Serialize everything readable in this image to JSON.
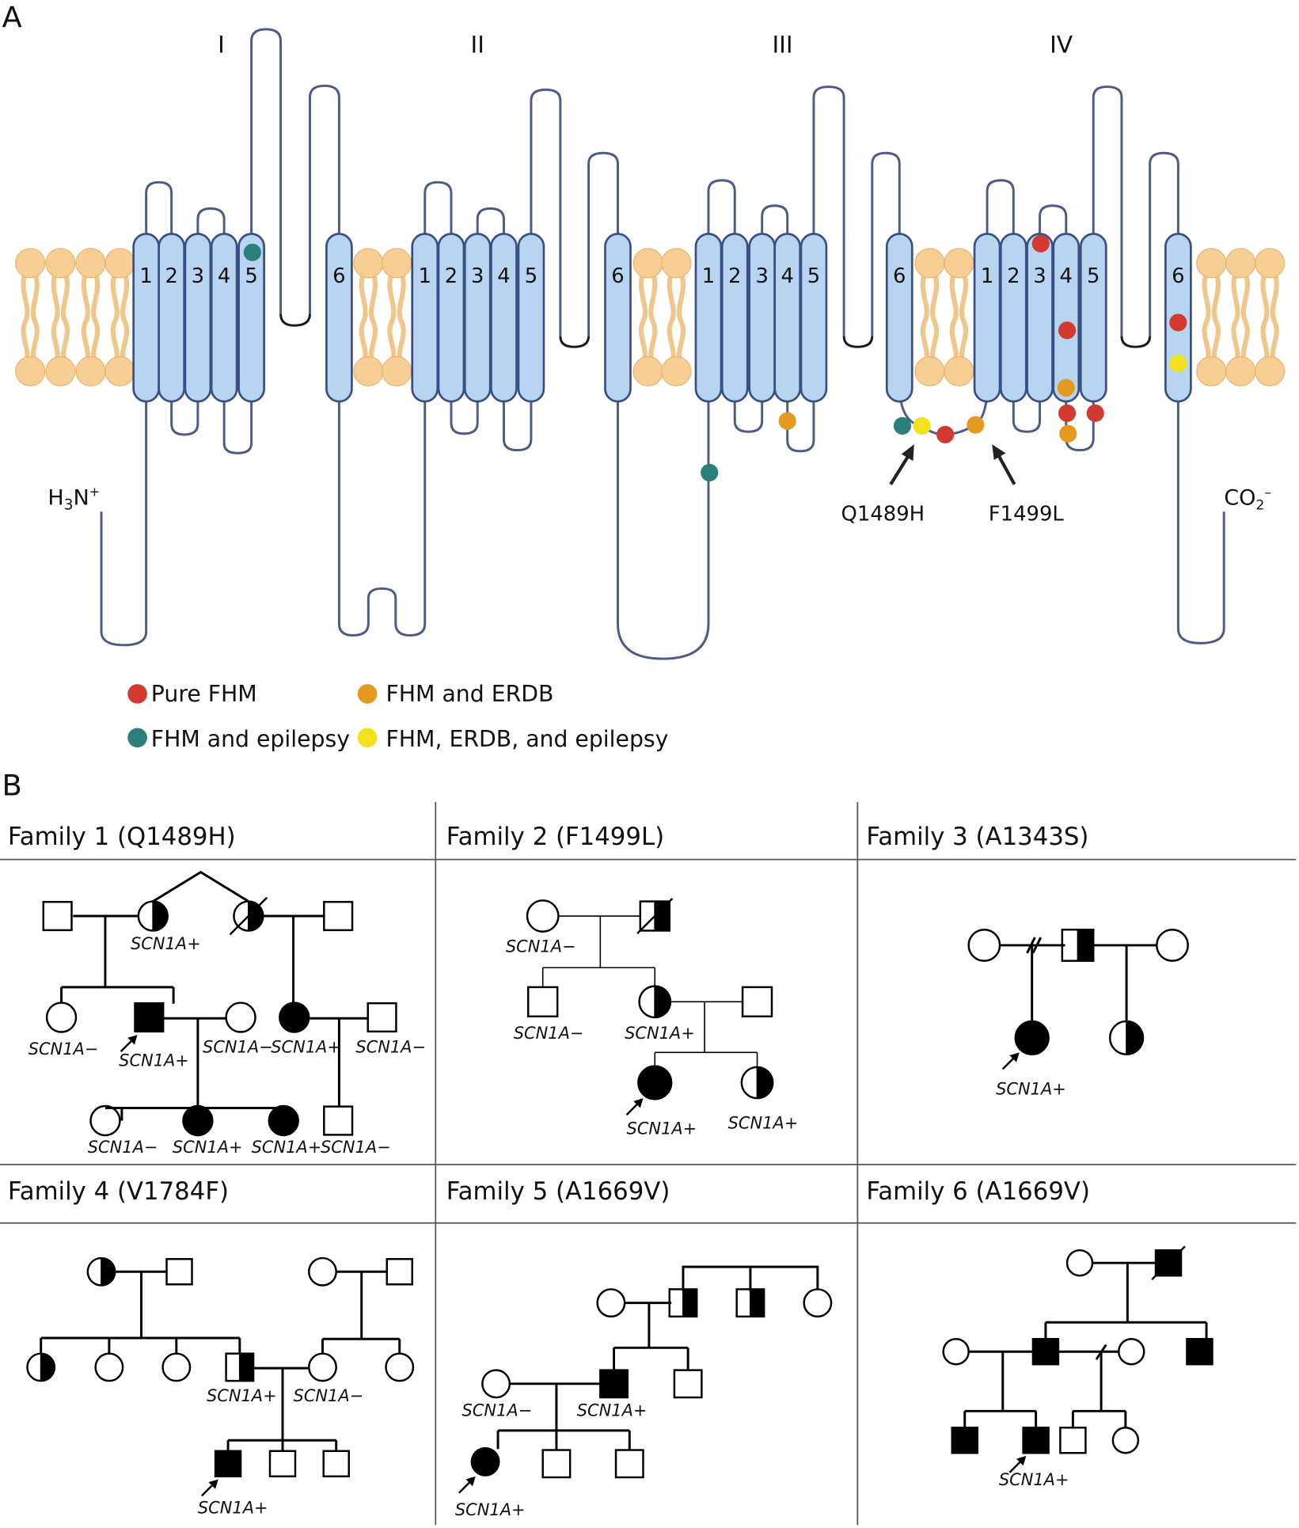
{
  "panel_a": {
    "letter": "A",
    "domains": [
      {
        "id": "I",
        "label": "I",
        "segments": [
          "1",
          "2",
          "3",
          "4",
          "5",
          "6"
        ]
      },
      {
        "id": "II",
        "label": "II",
        "segments": [
          "1",
          "2",
          "3",
          "4",
          "5",
          "6"
        ]
      },
      {
        "id": "III",
        "label": "III",
        "segments": [
          "1",
          "2",
          "3",
          "4",
          "5",
          "6"
        ]
      },
      {
        "id": "IV",
        "label": "IV",
        "segments": [
          "1",
          "2",
          "3",
          "4",
          "5",
          "6"
        ]
      }
    ],
    "n_terminus": {
      "base": "H",
      "sub": "3",
      "rest": "N",
      "sup": "+"
    },
    "c_terminus": {
      "base": "CO",
      "sub": "2",
      "sup": "–"
    },
    "highlighted_mutations": [
      {
        "label": "Q1489H"
      },
      {
        "label": "F1499L"
      }
    ],
    "mutation_sites": [
      {
        "location": "DI S5",
        "category": "fhm_epilepsy"
      },
      {
        "location": "DII-DIII linker",
        "category": "fhm_epilepsy"
      },
      {
        "location": "DIII S4-S5 linker",
        "category": "fhm_erdb"
      },
      {
        "location": "DIII-DIV linker (Q1489H)",
        "category": "fhm_epilepsy"
      },
      {
        "location": "DIII-DIV linker",
        "category": "fhm_erdb_epilepsy"
      },
      {
        "location": "DIII-DIV linker",
        "category": "pure_fhm"
      },
      {
        "location": "DIII-DIV linker (F1499L)",
        "category": "fhm_erdb"
      },
      {
        "location": "DIV S3 top",
        "category": "pure_fhm"
      },
      {
        "location": "DIV S4 mid",
        "category": "pure_fhm"
      },
      {
        "location": "DIV S4 bottom",
        "category": "fhm_erdb"
      },
      {
        "location": "DIV S4-S5 linker",
        "category": "pure_fhm"
      },
      {
        "location": "DIV S4-S5 linker",
        "category": "fhm_erdb"
      },
      {
        "location": "DIV S5 bottom",
        "category": "pure_fhm"
      },
      {
        "location": "DIV S6 mid",
        "category": "pure_fhm"
      },
      {
        "location": "DIV S6 lower",
        "category": "fhm_erdb_epilepsy"
      }
    ],
    "legend": [
      {
        "key": "pure_fhm",
        "label": "Pure FHM",
        "color": "#d33a2f"
      },
      {
        "key": "fhm_erdb",
        "label": "FHM and ERDB",
        "color": "#e49a1f"
      },
      {
        "key": "fhm_epilepsy",
        "label": "FHM and epilepsy",
        "color": "#2a7f78"
      },
      {
        "key": "fhm_erdb_epilepsy",
        "label": "FHM, ERDB, and epilepsy",
        "color": "#f2e21e"
      }
    ],
    "colors": {
      "helix_fill": "#b7d4f0",
      "helix_stroke": "#3b4f84",
      "chain": "#4e5a87",
      "lipid": "#f7cf95"
    }
  },
  "panel_b": {
    "letter": "B",
    "families": [
      {
        "title": "Family 1 (Q1489H)",
        "genotype_labels": [
          "SCN1A+",
          "SCN1A−",
          "SCN1A+",
          "SCN1A−",
          "SCN1A+",
          "SCN1A−",
          "SCN1A−",
          "SCN1A+",
          "SCN1A+",
          "SCN1A−"
        ],
        "proband_genotype": "SCN1A+"
      },
      {
        "title": "Family 2 (F1499L)",
        "genotype_labels": [
          "SCN1A−",
          "SCN1A−",
          "SCN1A+",
          "SCN1A+",
          "SCN1A+"
        ],
        "proband_genotype": "SCN1A+"
      },
      {
        "title": "Family 3 (A1343S)",
        "genotype_labels": [
          "SCN1A+"
        ],
        "proband_genotype": "SCN1A+"
      },
      {
        "title": "Family 4 (V1784F)",
        "genotype_labels": [
          "SCN1A+",
          "SCN1A−",
          "SCN1A+"
        ],
        "proband_genotype": "SCN1A+"
      },
      {
        "title": "Family 5 (A1669V)",
        "genotype_labels": [
          "SCN1A−",
          "SCN1A+",
          "SCN1A+"
        ],
        "proband_genotype": "SCN1A+"
      },
      {
        "title": "Family 6 (A1669V)",
        "genotype_labels": [
          "SCN1A+"
        ],
        "proband_genotype": "SCN1A+"
      }
    ]
  }
}
